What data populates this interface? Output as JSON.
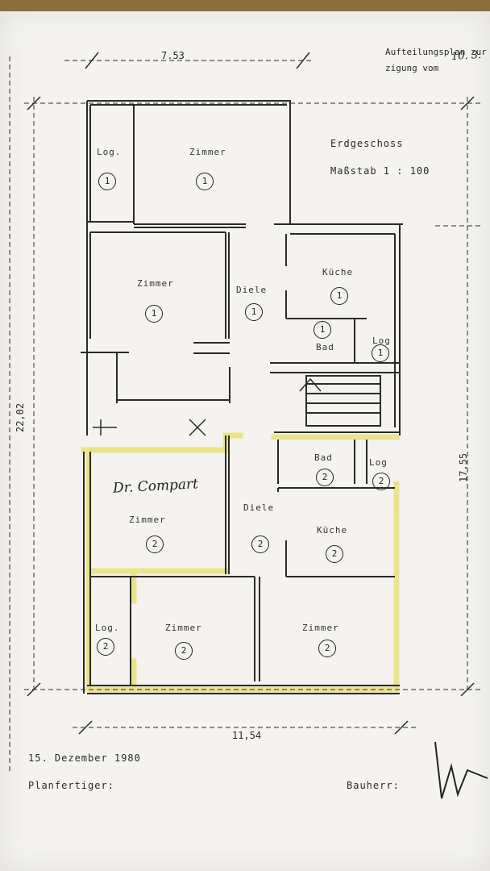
{
  "document": {
    "header_line1": "Aufteilungsplan zur",
    "header_line2": "zigung vom",
    "header_handwritten": "10. 3.",
    "floor": "Erdgeschoss",
    "scale": "Maßstab 1 : 100",
    "date": "15. Dezember 1980",
    "planfertiger_label": "Planfertiger:",
    "bauherr_label": "Bauherr:",
    "handwritten_name": "Dr. Compart"
  },
  "dimensions": {
    "top_width": "7.53",
    "bottom_width": "11,54",
    "left_height": "22,02",
    "right_height": "17,55"
  },
  "rooms_upper": [
    {
      "name": "Log.",
      "unit": "1"
    },
    {
      "name": "Zimmer",
      "unit": "1"
    },
    {
      "name": "Zimmer",
      "unit": "1"
    },
    {
      "name": "Diele",
      "unit": "1"
    },
    {
      "name": "Küche",
      "unit": "1"
    },
    {
      "name": "Bad",
      "unit": "1"
    },
    {
      "name": "Log",
      "unit": "1"
    }
  ],
  "rooms_lower": [
    {
      "name": "Bad",
      "unit": "2"
    },
    {
      "name": "Log",
      "unit": "2"
    },
    {
      "name": "Zimmer",
      "unit": "2"
    },
    {
      "name": "Diele",
      "unit": "2"
    },
    {
      "name": "Küche",
      "unit": "2"
    },
    {
      "name": "Log.",
      "unit": "2"
    },
    {
      "name": "Zimmer",
      "unit": "2"
    },
    {
      "name": "Zimmer",
      "unit": "2"
    }
  ],
  "colors": {
    "paper": "#f4f3ef",
    "wall": "#2a2a2a",
    "highlight": "#e8e27a",
    "background": "#b9b4aa"
  }
}
